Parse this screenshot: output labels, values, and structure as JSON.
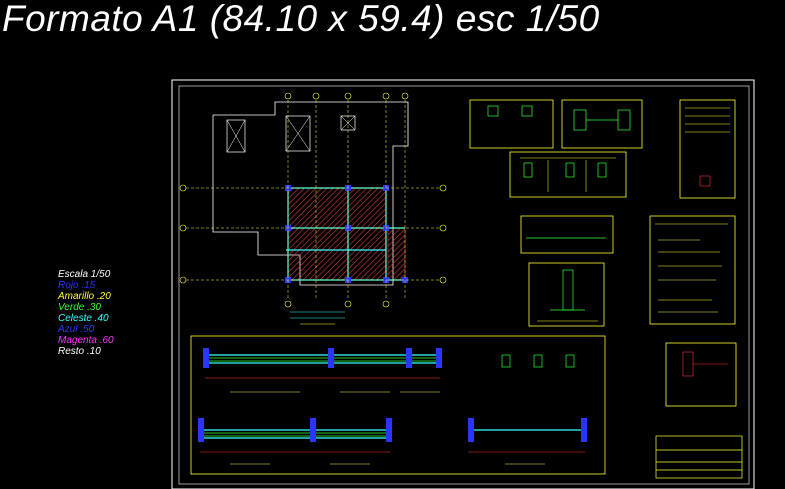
{
  "title": "Formato A1 (84.10 x 59.4) esc 1/50",
  "legend": [
    {
      "text": "Escala 1/50",
      "color": "#ffffff"
    },
    {
      "text": "Rojo  .15",
      "color": "#2a35ff"
    },
    {
      "text": "Amarillo .20",
      "color": "#ffff33"
    },
    {
      "text": "Verde  .30",
      "color": "#33ff33"
    },
    {
      "text": "Celeste .40",
      "color": "#33ffff"
    },
    {
      "text": "Azul  .50",
      "color": "#3333ff"
    },
    {
      "text": "Magenta  .60",
      "color": "#ff33ff"
    },
    {
      "text": "Resto  .10",
      "color": "#ffffff"
    }
  ],
  "colors": {
    "frame": "#ffffff",
    "panel": "#ffff33",
    "hatch": "#c83c3c",
    "column": "#2a35ff",
    "beam": "#33ffff",
    "rebar": "#33ff33",
    "dim": "#ff3333",
    "magenta": "#ff33ff"
  }
}
